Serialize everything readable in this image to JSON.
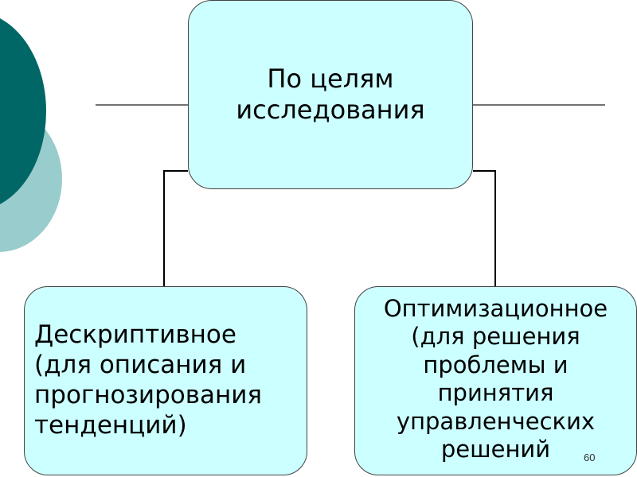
{
  "diagram": {
    "root": {
      "text": "По целям\nисследования"
    },
    "children": [
      {
        "text": "Дескриптивное\n(для описания и\nпрогнозирования\nтенденций)"
      },
      {
        "text": "Оптимизационное\n(для решения\nпроблемы и\nпринятия\nуправленческих\nрешений"
      }
    ]
  },
  "slide": {
    "page_number": "60"
  },
  "colors": {
    "box_fill": "#ccffff",
    "box_border": "#444444",
    "circle_dark": "#006666",
    "circle_light": "#99cccc",
    "line": "#000000"
  }
}
